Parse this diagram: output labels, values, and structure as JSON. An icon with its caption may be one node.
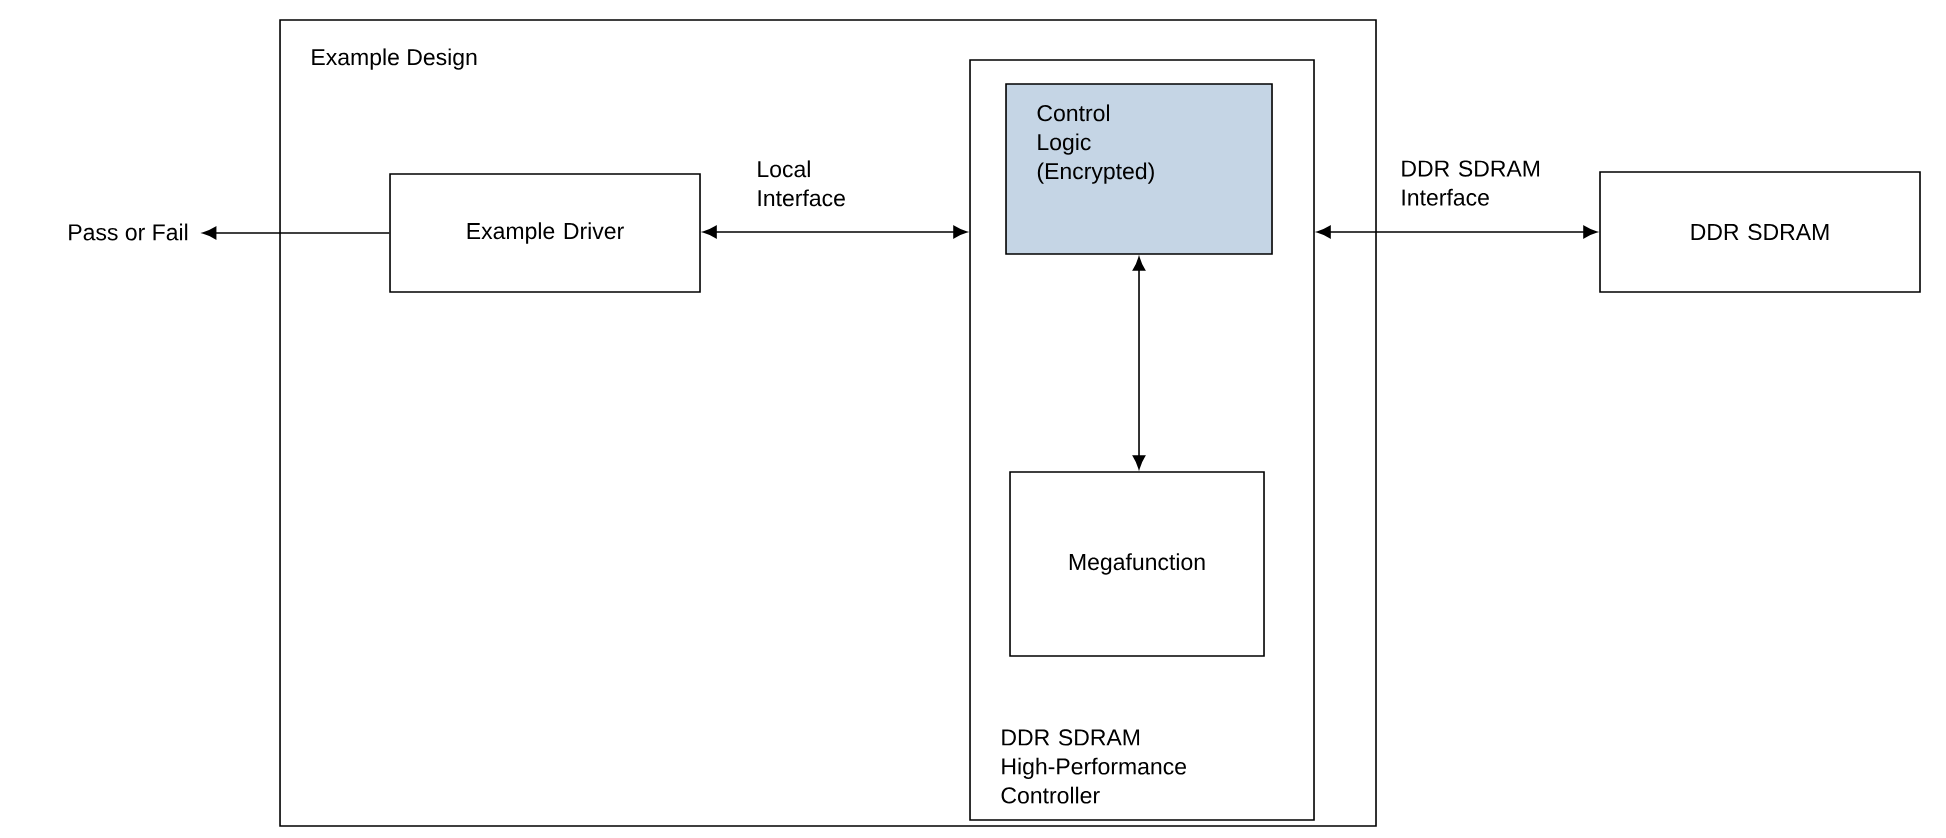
{
  "diagram": {
    "nodes": [
      {
        "text": [
          "Pass or Fail"
        ]
      },
      {
        "text": [
          "Example Design"
        ]
      },
      {
        "text": [
          "Example Driver"
        ],
        "in": 1
      },
      {
        "text": [
          "DDR SDRAM High-Performance Controller"
        ],
        "in": 1
      },
      {
        "text": [
          "Control Logic (Encrypted)"
        ],
        "in": 3
      },
      {
        "text": [
          "Megafunction"
        ],
        "in": 3
      },
      {
        "text": [
          "DDR SDRAM"
        ]
      }
    ],
    "edges": [
      {
        "from": 2,
        "to": 0,
        "arrow": "to"
      },
      {
        "from": 2,
        "to": 3,
        "arrow": "both",
        "label": "Local Interface"
      },
      {
        "from": 4,
        "to": 5,
        "arrow": "both"
      },
      {
        "from": 3,
        "to": 6,
        "arrow": "both",
        "label": "DDR SDRAM Interface"
      }
    ]
  }
}
